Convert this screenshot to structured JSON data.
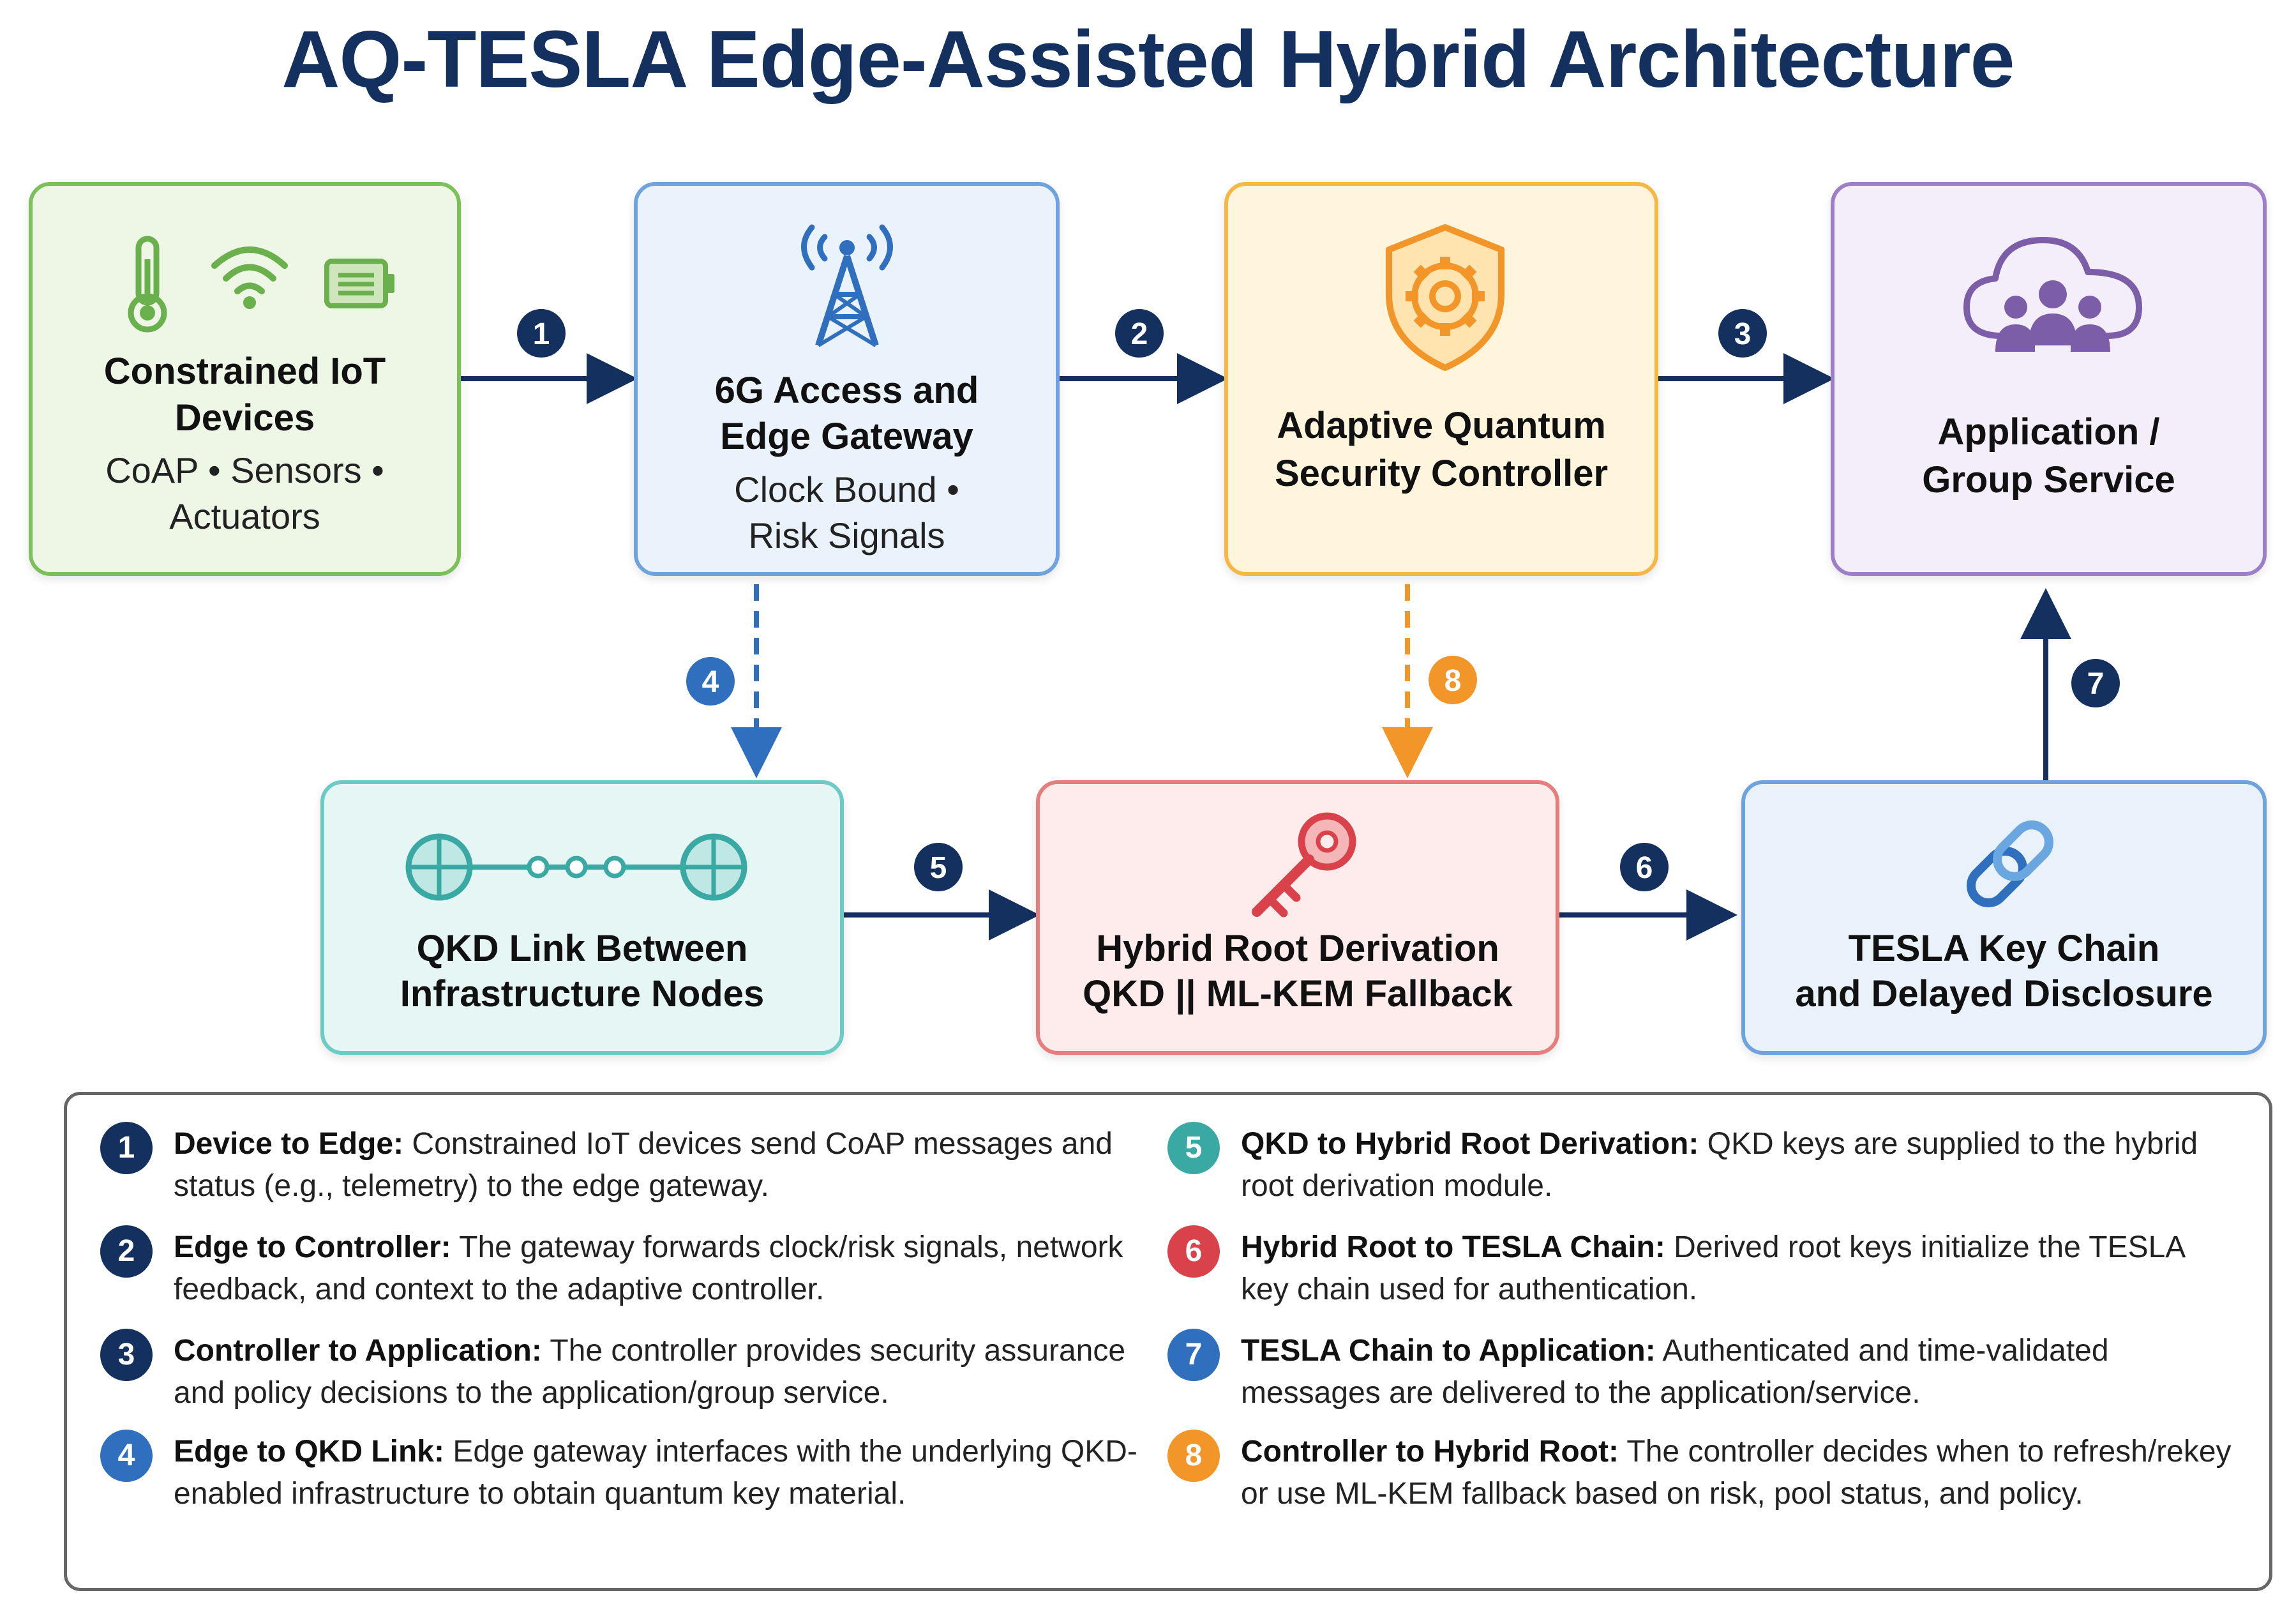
{
  "title": "AQ-TESLA Edge-Assisted Hybrid Architecture",
  "colors": {
    "navy": "#14305f",
    "blue": "#2f6fbd",
    "orange": "#f2962a",
    "teal": "#3aa9a3",
    "red": "#d9424a",
    "green": "#6ab04c",
    "purple": "#7b5ea7"
  },
  "boxes": {
    "iot": {
      "title_1": "Constrained IoT",
      "title_2": "Devices",
      "sub_1": "CoAP • Sensors •",
      "sub_2": "Actuators",
      "icons": [
        "thermometer-icon",
        "wifi-icon",
        "battery-icon"
      ]
    },
    "gateway": {
      "title_1": "6G Access and",
      "title_2": "Edge Gateway",
      "sub_1": "Clock Bound •",
      "sub_2": "Risk Signals",
      "icons": [
        "antenna-tower-icon"
      ]
    },
    "controller": {
      "title_1": "Adaptive Quantum",
      "title_2": "Security Controller",
      "icons": [
        "shield-gear-icon"
      ]
    },
    "application": {
      "title_1": "Application /",
      "title_2": "Group Service",
      "icons": [
        "cloud-group-icon"
      ]
    },
    "qkd": {
      "title_1": "QKD Link Between",
      "title_2": "Infrastructure Nodes",
      "icons": [
        "qkd-link-icon"
      ]
    },
    "hybrid": {
      "title_1": "Hybrid Root Derivation",
      "title_2": "QKD || ML-KEM Fallback",
      "icons": [
        "key-icon"
      ]
    },
    "tesla": {
      "title_1": "TESLA Key Chain",
      "title_2": "and Delayed Disclosure",
      "icons": [
        "chain-link-icon"
      ]
    }
  },
  "steps": [
    "1",
    "2",
    "3",
    "4",
    "5",
    "6",
    "7",
    "8"
  ],
  "legend": [
    {
      "num": "1",
      "title": "Device to Edge:",
      "text": " Constrained IoT devices send CoAP messages and status (e.g., telemetry) to the edge gateway.",
      "color": "#14305f"
    },
    {
      "num": "2",
      "title": "Edge to Controller:",
      "text": " The gateway forwards clock/risk signals, network feedback, and context to the adaptive controller.",
      "color": "#14305f"
    },
    {
      "num": "3",
      "title": "Controller to Application:",
      "text": " The controller provides security assurance and policy decisions to the application/group service.",
      "color": "#14305f"
    },
    {
      "num": "4",
      "title": "Edge to QKD Link:",
      "text": " Edge gateway interfaces with the underlying QKD-enabled infrastructure to obtain quantum key material.",
      "color": "#2f6fbd"
    },
    {
      "num": "5",
      "title": "QKD to Hybrid Root Derivation:",
      "text": " QKD keys are supplied to the hybrid root derivation module.",
      "color": "#3aa9a3"
    },
    {
      "num": "6",
      "title": "Hybrid Root to TESLA Chain:",
      "text": " Derived root keys initialize the TESLA key chain used for authentication.",
      "color": "#d9424a"
    },
    {
      "num": "7",
      "title": "TESLA Chain to Application:",
      "text": " Authenticated and time-validated messages are delivered to the application/service.",
      "color": "#2f6fbd"
    },
    {
      "num": "8",
      "title": "Controller to Hybrid Root:",
      "text": " The controller decides when to refresh/rekey or use ML-KEM fallback based on risk, pool status, and policy.",
      "color": "#f2962a"
    }
  ]
}
